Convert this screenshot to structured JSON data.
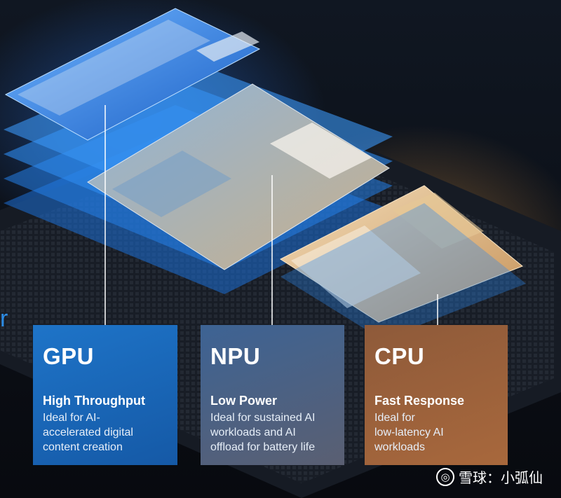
{
  "side_letter": "r",
  "cards": [
    {
      "name": "GPU",
      "subtitle": "High Throughput",
      "lines": [
        "Ideal for AI-",
        "accelerated digital",
        "content creation"
      ]
    },
    {
      "name": "NPU",
      "subtitle": "Low Power",
      "lines": [
        "Ideal for sustained AI",
        "workloads and AI",
        "offload for battery life"
      ]
    },
    {
      "name": "CPU",
      "subtitle": "Fast Response",
      "lines": [
        "Ideal for",
        "low-latency AI",
        "workloads"
      ]
    }
  ],
  "watermark": {
    "icon": "snowball-logo-icon",
    "text": "雪球：小弧仙"
  },
  "colors": {
    "gpu": "#1e74c8",
    "npu": "#4a6390",
    "cpu": "#9c6240",
    "accent": "#2c8ce6"
  }
}
